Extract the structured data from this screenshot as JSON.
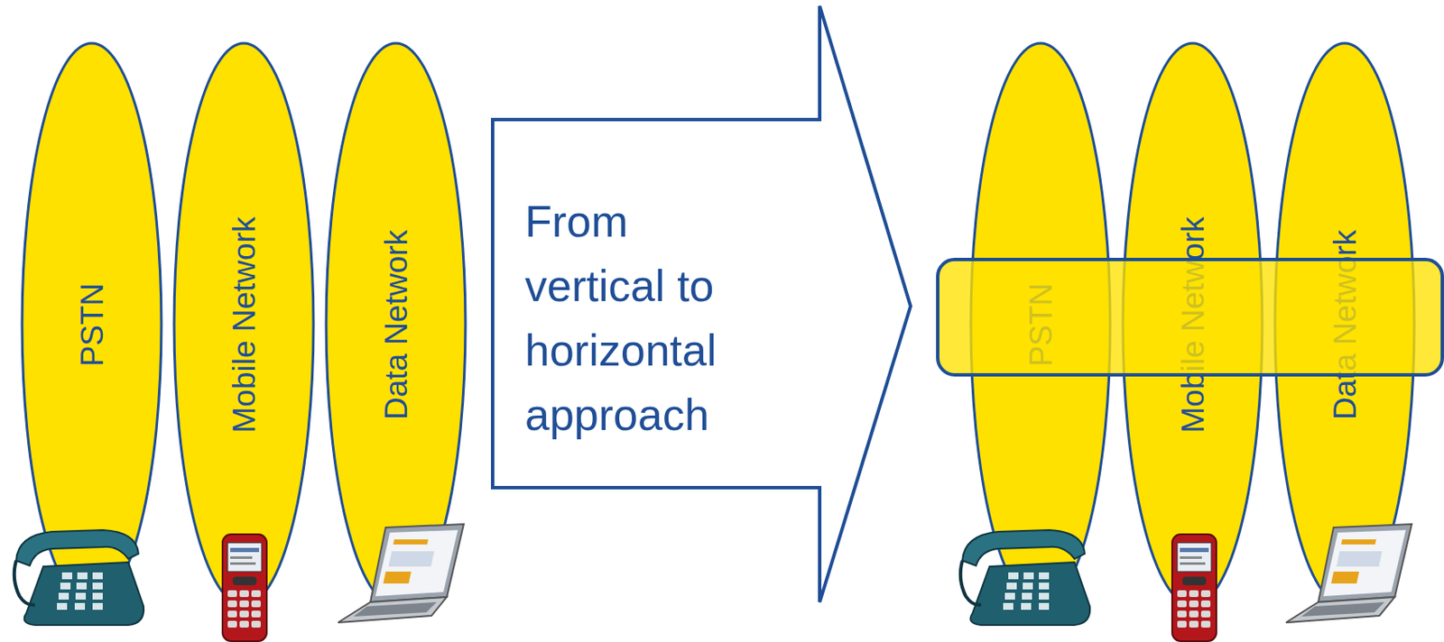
{
  "diagram": {
    "nodes": [
      {
        "text": [
          "PSTN"
        ]
      },
      {
        "text": [
          "Mobile Network"
        ]
      },
      {
        "text": [
          "Data Network"
        ]
      },
      {
        "text": [
          "From vertical to horizontal approach"
        ]
      },
      {
        "text": [
          "PSTN"
        ]
      },
      {
        "text": [
          "Mobile Network"
        ]
      },
      {
        "text": [
          "Data Network"
        ]
      }
    ]
  }
}
